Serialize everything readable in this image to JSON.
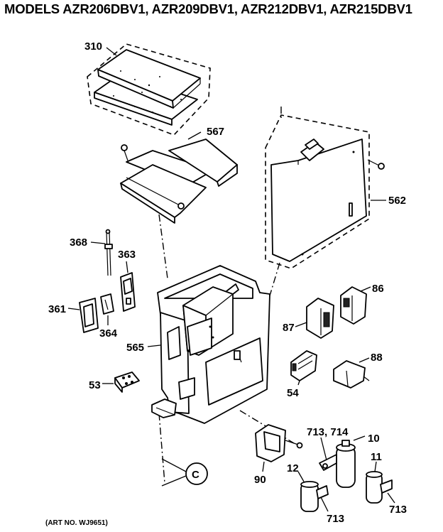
{
  "title": "MODELS AZR206DBV1, AZR209DBV1, AZR212DBV1, AZR215DBV1",
  "art_number": "(ART NO. WJ9651)",
  "labels": {
    "p310": "310",
    "p567": "567",
    "p562": "562",
    "p368": "368",
    "p363": "363",
    "p361": "361",
    "p364": "364",
    "p565": "565",
    "p53": "53",
    "p86": "86",
    "p87": "87",
    "p88": "88",
    "p54": "54",
    "p90": "90",
    "p713a": "713, 714",
    "p10": "10",
    "p11": "11",
    "p12": "12",
    "p713b": "713",
    "p713c": "713",
    "callout": "C"
  }
}
